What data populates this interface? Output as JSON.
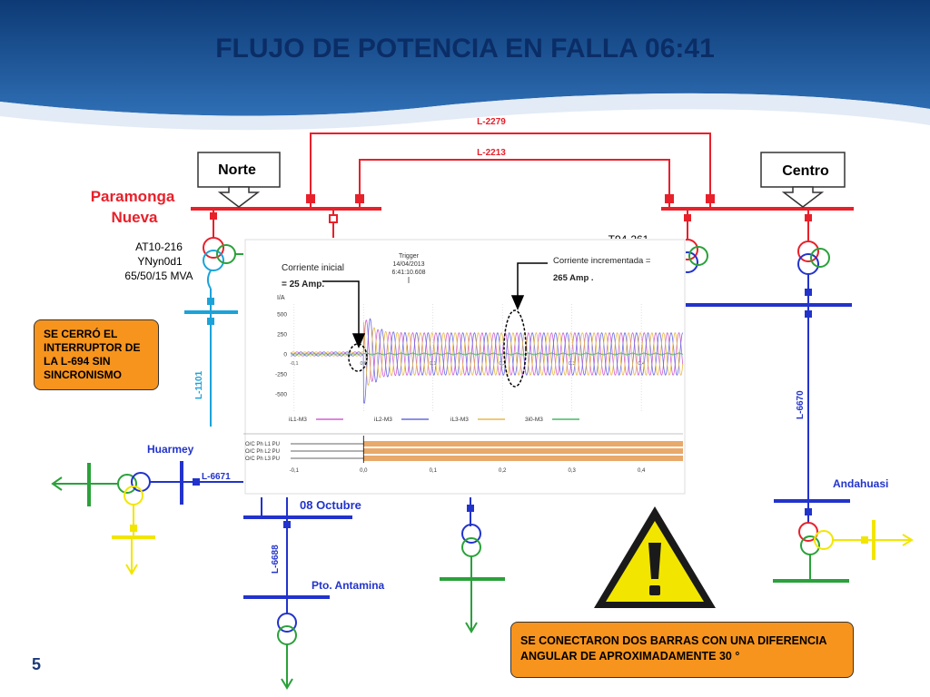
{
  "slide": {
    "title": "FLUJO DE POTENCIA EN FALLA 06:41",
    "page_number": "5"
  },
  "buses": {
    "paramonga_line1": "Paramonga",
    "paramonga_line2": "Nueva",
    "norte": "Norte",
    "centro": "Centro",
    "huarmey": "Huarmey",
    "andahuasi": "Andahuasi",
    "pto_antamina": "Pto. Antamina",
    "octubre": "08 Octubre"
  },
  "lines": {
    "l2279": "L-2279",
    "l2213": "L-2213",
    "l1101": "L-1101",
    "l6671": "L-6671",
    "l6688": "L-6688",
    "l6670": "L-6670"
  },
  "transformers": {
    "at10_name": "AT10-216",
    "at10_conn": "YNyn0d1",
    "at10_rating": "65/50/15 MVA",
    "t94": "T94-261"
  },
  "notes": {
    "left": "SE CERRÓ EL INTERRUPTOR DE LA L-694 SIN SINCRONISMO",
    "right": "SE CONECTARON DOS BARRAS CON UNA DIFERENCIA  ANGULAR DE APROXIMADAMENTE 30 °"
  },
  "oscillography": {
    "trigger_label": "Trigger",
    "trigger_date": "14/04/2013",
    "trigger_time": "6:41:10.608",
    "initial_current_line1": "Corriente inicial",
    "initial_current_line2": "= 25 Amp.",
    "increased_current_line1": "Corriente incrementada  =",
    "increased_current_line2": "265 Amp .",
    "y_unit": "I/A",
    "y_ticks": [
      "500",
      "250",
      "0",
      "-250",
      "-500"
    ],
    "x_ticks": [
      "-0,1",
      "0,0",
      "0,1",
      "0,2",
      "0,3",
      "0,4"
    ],
    "legend": [
      "iL1-M3",
      "iL2-M3",
      "iL3-M3",
      "3i0-M3"
    ],
    "digital_channels": [
      "O/C Ph L1 PU",
      "O/C Ph L2 PU",
      "O/C Ph L3 PU"
    ]
  },
  "colors": {
    "header": "#1a4f8f",
    "bus_220kv": "#e8202a",
    "bus_66kv": "#2233cc",
    "bus_138kv": "#1ba3d9",
    "green": "#2aa13a",
    "yellow": "#f2e600",
    "callout": "#f7941d",
    "trace_il1": "#d05fd0",
    "trace_il2": "#6a6ae0",
    "trace_il3": "#e8b84a",
    "trace_3i0": "#44bb66"
  },
  "icons": {
    "warning": "warning-triangle-icon"
  }
}
